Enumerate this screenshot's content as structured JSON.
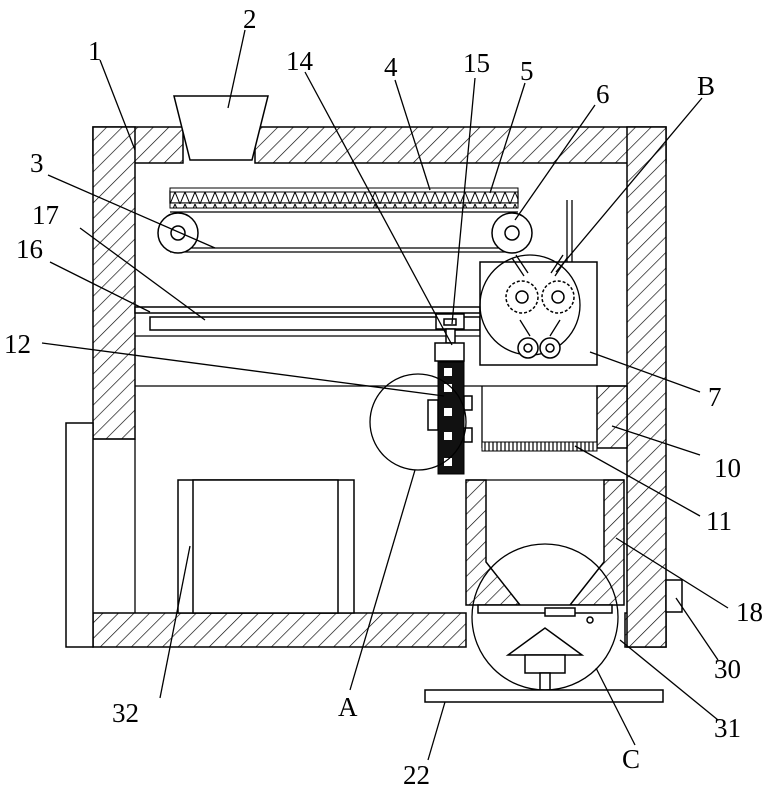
{
  "labels": {
    "l1": "1",
    "l2": "2",
    "l3": "3",
    "l4": "4",
    "l5": "5",
    "l6": "6",
    "l7": "7",
    "l10": "10",
    "l11": "11",
    "l12": "12",
    "l14": "14",
    "l15": "15",
    "l16": "16",
    "l17": "17",
    "l18": "18",
    "l22": "22",
    "l30": "30",
    "l31": "31",
    "l32": "32",
    "lA": "A",
    "lB": "B",
    "lC": "C"
  }
}
